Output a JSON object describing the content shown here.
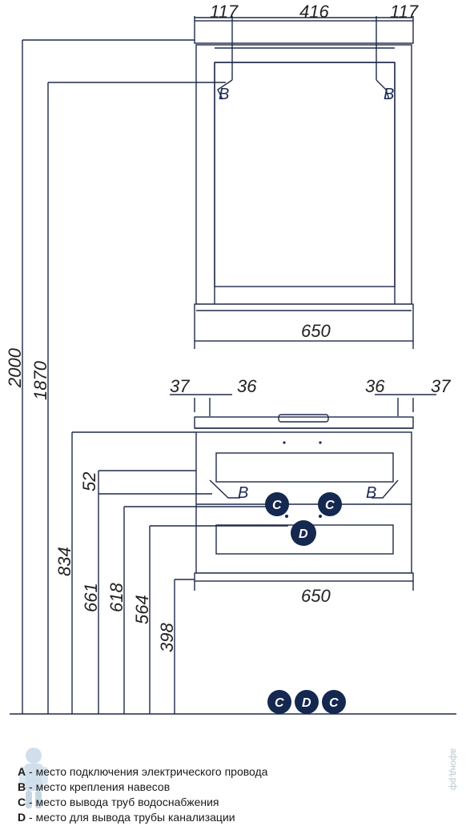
{
  "mirror": {
    "dims_top": [
      "117",
      "416",
      "117"
    ],
    "width": "650",
    "mount_marks": [
      "B",
      "B"
    ]
  },
  "cabinet": {
    "dims_top": [
      "37",
      "36",
      "36",
      "37"
    ],
    "width": "650",
    "mount_marks": [
      "B",
      "B"
    ],
    "pipe_marks": [
      "C",
      "C"
    ],
    "drain_mark": "D"
  },
  "heights": [
    "2000",
    "1870",
    "834",
    "52",
    "661",
    "618",
    "564",
    "398"
  ],
  "floor_marks": [
    "C",
    "D",
    "C"
  ],
  "legend": [
    {
      "letter": "A",
      "text": " - место подключения электрического провода"
    },
    {
      "letter": "B",
      "text": " - место крепления навесов"
    },
    {
      "letter": "C",
      "text": " - место вывода труб водоснабжения"
    },
    {
      "letter": "D",
      "text": " - место для вывода трубы канализации"
    }
  ],
  "watermark": "афонд.рф",
  "colors": {
    "line": "#1f2a4a",
    "badge": "#142850"
  }
}
